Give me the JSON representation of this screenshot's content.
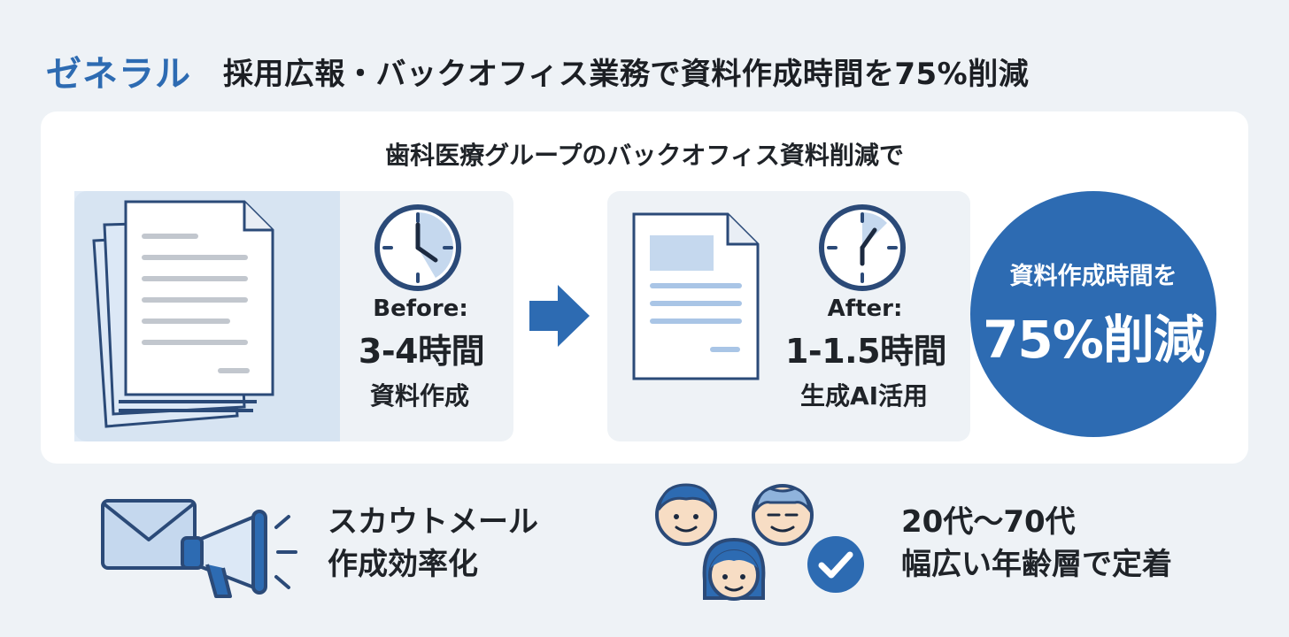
{
  "header": {
    "brand": "ゼネラル",
    "headline": "採用広報・バックオフィス業務で資料作成時間を75%削減"
  },
  "card": {
    "subtitle": "歯科医療グループのバックオフィス資料削減で",
    "before": {
      "label": "Before:",
      "value": "3-4時間",
      "note": "資料作成"
    },
    "after": {
      "label": "After:",
      "value": "1-1.5時間",
      "note": "生成AI活用"
    },
    "badge": {
      "line1": "資料作成時間を",
      "line2": "75%削減"
    }
  },
  "features": [
    {
      "line1": "スカウトメール",
      "line2": "作成効率化",
      "icons": [
        "envelope-icon",
        "megaphone-icon"
      ]
    },
    {
      "line1": "20代〜70代",
      "line2": "幅広い年齢層で定着",
      "icons": [
        "person-young-icon",
        "person-elder-icon",
        "person-woman-icon",
        "check-icon"
      ]
    }
  ],
  "colors": {
    "accent": "#2d6bb2",
    "panel": "#eef2f6",
    "panel_tint": "#c5d8ee",
    "text": "#1c1f24"
  }
}
